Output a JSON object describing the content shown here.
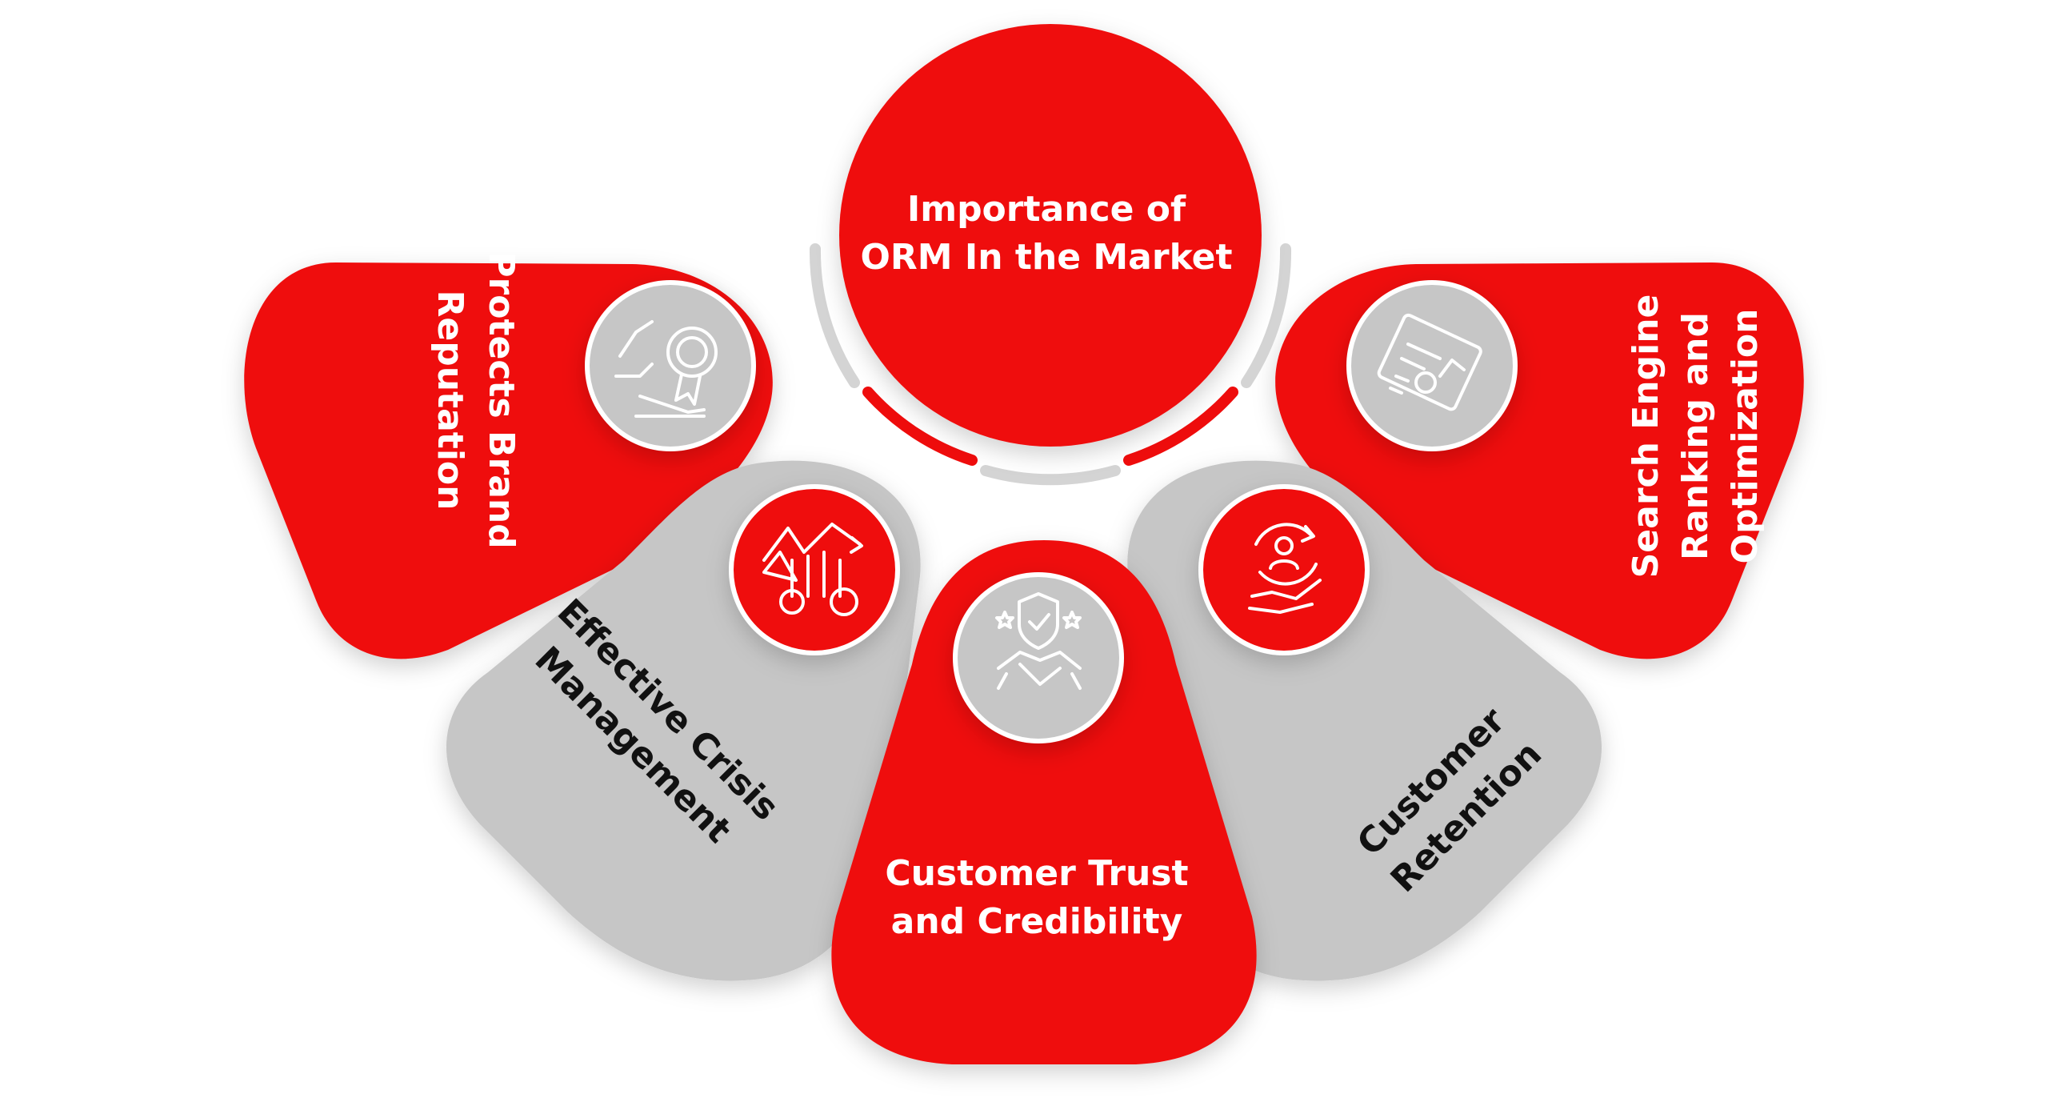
{
  "center": {
    "line1": "Importance of",
    "line2": "ORM In the Market"
  },
  "petals": [
    {
      "id": "brand",
      "line1": "Protects Brand",
      "line2": "Reputation",
      "icon": "award-hands-icon"
    },
    {
      "id": "crisis",
      "line1": "Effective Crisis",
      "line2": "Management",
      "icon": "crisis-chart-icon"
    },
    {
      "id": "trust",
      "line1": "Customer Trust",
      "line2": "and Credibility",
      "icon": "handshake-shield-icon"
    },
    {
      "id": "retention",
      "line1": "Customer",
      "line2": "Retention",
      "icon": "customer-retention-icon"
    },
    {
      "id": "seo",
      "line1": "Search Engine",
      "line2": "Ranking and",
      "line3": "Optimization",
      "icon": "seo-dashboard-icon"
    }
  ],
  "colors": {
    "red": "#ef0c0c",
    "gray": "#c6c6c6",
    "light_gray": "#d4d4d4",
    "dark_text": "#111111",
    "white_text": "#ffffff"
  }
}
